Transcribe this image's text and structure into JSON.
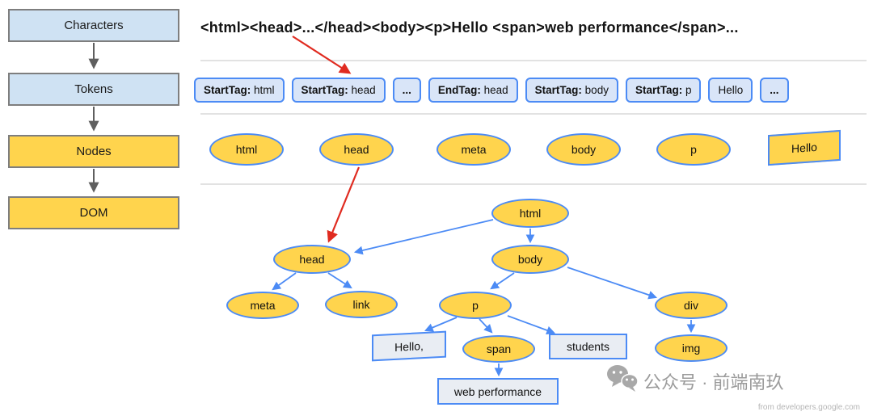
{
  "colors": {
    "node_yellow": "#FFD44D",
    "stage_blue": "#CFE2F3",
    "token_fill": "#D9E5F8",
    "shape_border_blue": "#4C8BF5",
    "highlight_red": "#E02B20"
  },
  "stages": [
    {
      "label": "Characters"
    },
    {
      "label": "Tokens"
    },
    {
      "label": "Nodes"
    },
    {
      "label": "DOM"
    }
  ],
  "source_line": "<html><head>...</head><body><p>Hello <span>web performance</span>...",
  "tokens": [
    {
      "bold": "StartTag:",
      "text": " html"
    },
    {
      "bold": "StartTag:",
      "text": " head"
    },
    {
      "bold": "...",
      "text": ""
    },
    {
      "bold": "EndTag:",
      "text": " head"
    },
    {
      "bold": "StartTag:",
      "text": " body"
    },
    {
      "bold": "StartTag:",
      "text": " p"
    },
    {
      "bold": "",
      "text": "Hello"
    },
    {
      "bold": "...",
      "text": ""
    }
  ],
  "nodes_row": [
    "html",
    "head",
    "meta",
    "body",
    "p",
    "Hello"
  ],
  "tree": {
    "html": "html",
    "head": "head",
    "body": "body",
    "meta": "meta",
    "link": "link",
    "p": "p",
    "div": "div",
    "hello_text": "Hello,",
    "span": "span",
    "students": "students",
    "img": "img",
    "web_performance": "web performance"
  },
  "watermark": {
    "account": "公众号 · 前端南玖",
    "source": "from developers.google.com"
  }
}
